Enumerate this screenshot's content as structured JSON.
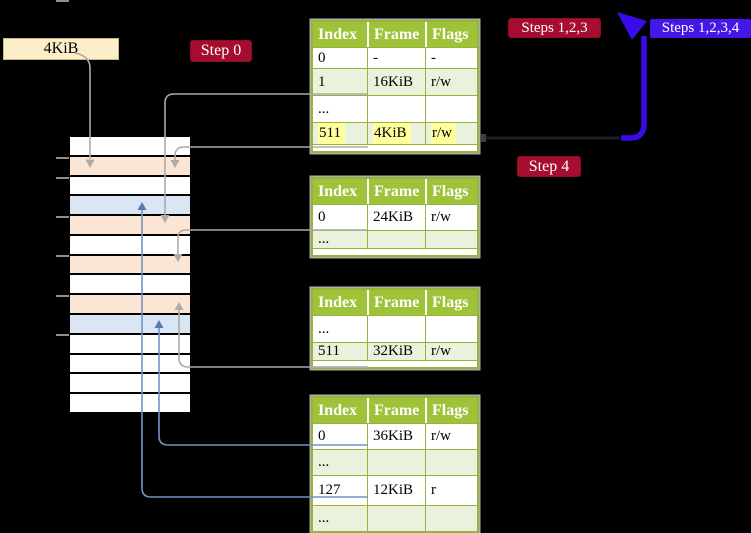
{
  "figure": {
    "frame_size_label": "4KiB",
    "badges": {
      "step0": "Step 0",
      "steps123": "Steps 1,2,3",
      "steps1234": "Steps 1,2,3,4",
      "step4": "Step 4"
    }
  },
  "colors": {
    "background": "#000000",
    "header_green": "#A0C238",
    "border_green": "#96B437",
    "row_green": "#EAF1DC",
    "row_white": "#FFFFFF",
    "highlight_yellow": "#FFFF9E",
    "frame_peach": "#FCE5D2",
    "frame_blue": "#DBE6F4",
    "label_cream": "#FBEEC9",
    "badge_red": "#A60D2E",
    "badge_blue": "#4416E8",
    "arrow_blue": "#3A0BE8",
    "connector_gray": "#ABABAB",
    "connector_blue": "#7293C7"
  },
  "memory": {
    "rows": [
      {
        "fill": "#FFFFFF"
      },
      {
        "fill": "#FCE5D2"
      },
      {
        "fill": "#FFFFFF"
      },
      {
        "fill": "#DBE6F4"
      },
      {
        "fill": "#FCE5D2"
      },
      {
        "fill": "#FFFFFF"
      },
      {
        "fill": "#FCE5D2"
      },
      {
        "fill": "#FFFFFF"
      },
      {
        "fill": "#FCE5D2"
      },
      {
        "fill": "#DBE6F4"
      },
      {
        "fill": "#FFFFFF"
      },
      {
        "fill": "#FFFFFF"
      },
      {
        "fill": "#FFFFFF"
      },
      {
        "fill": "#FFFFFF"
      }
    ]
  },
  "tables": [
    {
      "headers": [
        "Index",
        "Frame",
        "Flags"
      ],
      "rows": [
        {
          "cells": [
            "0",
            "-",
            "-"
          ]
        },
        {
          "cells": [
            "1",
            "16KiB",
            "r/w"
          ]
        },
        {
          "cells": [
            "...",
            "",
            ""
          ]
        },
        {
          "cells": [
            "511",
            "4KiB",
            "r/w"
          ]
        }
      ]
    },
    {
      "headers": [
        "Index",
        "Frame",
        "Flags"
      ],
      "rows": [
        {
          "cells": [
            "0",
            "24KiB",
            "r/w"
          ]
        },
        {
          "cells": [
            "...",
            "",
            ""
          ]
        }
      ]
    },
    {
      "headers": [
        "Index",
        "Frame",
        "Flags"
      ],
      "rows": [
        {
          "cells": [
            "...",
            "",
            ""
          ]
        },
        {
          "cells": [
            "511",
            "32KiB",
            "r/w"
          ]
        }
      ]
    },
    {
      "headers": [
        "Index",
        "Frame",
        "Flags"
      ],
      "rows": [
        {
          "cells": [
            "0",
            "36KiB",
            "r/w"
          ]
        },
        {
          "cells": [
            "...",
            "",
            ""
          ]
        },
        {
          "cells": [
            "127",
            "12KiB",
            "r"
          ]
        },
        {
          "cells": [
            "...",
            "",
            ""
          ]
        }
      ]
    }
  ]
}
